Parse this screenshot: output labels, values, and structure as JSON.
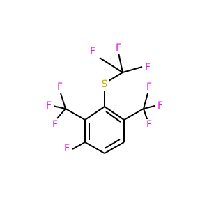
{
  "molecule": {
    "atoms": {
      "f_top_right": "F",
      "f_top_left": "F",
      "f_top_bottom": "F",
      "s_thio": "S",
      "f_left_top": "F",
      "f_left_bottom": "F",
      "f_left_mid": "F",
      "f_right_top": "F",
      "f_right_mid": "F",
      "f_right_bottom": "F",
      "f_ring": "F"
    },
    "colors": {
      "fluorine": "#e01ee0",
      "sulfur": "#c8aa00",
      "bond": "#000000"
    }
  }
}
